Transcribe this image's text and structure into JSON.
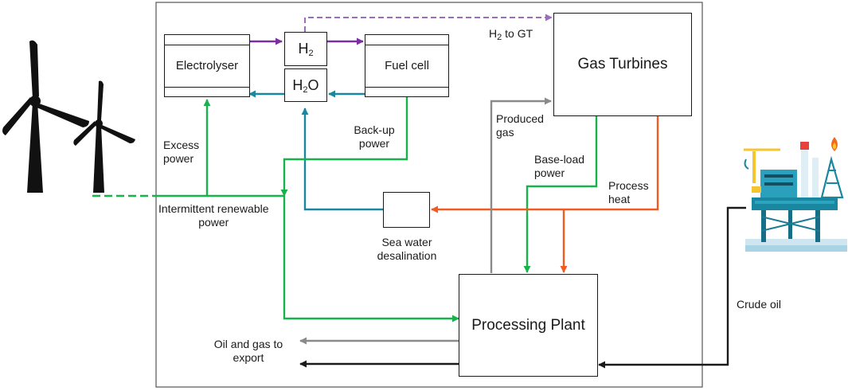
{
  "nodes": {
    "electrolyser": "Electrolyser",
    "fuel_cell": "Fuel cell",
    "h2": {
      "base": "H",
      "sub": "2"
    },
    "h2o": {
      "base": "H",
      "sub": "2",
      "tail": "O"
    },
    "gas_turbines": "Gas Turbines",
    "processing_plant": "Processing Plant",
    "desalination": "Sea water\ndesalination"
  },
  "labels": {
    "h2_to_gt": {
      "base": "H",
      "sub": "2",
      "tail": " to GT"
    },
    "excess_power": "Excess\npower",
    "backup_power": "Back-up\npower",
    "intermittent": "Intermittent renewable\npower",
    "produced_gas": "Produced\ngas",
    "base_load": "Base-load\npower",
    "process_heat": "Process\nheat",
    "crude_oil": "Crude oil",
    "oil_gas_export": "Oil and gas to\nexport"
  },
  "colors": {
    "green": "#17b24c",
    "purple": "#7b2fa0",
    "purple_dashed": "#9b6cc0",
    "teal": "#1a87a0",
    "orange": "#f25a22",
    "grey": "#8a8a8a",
    "black": "#1a1a1a"
  },
  "icons": [
    "wind-turbine-icon",
    "offshore-platform-icon"
  ]
}
